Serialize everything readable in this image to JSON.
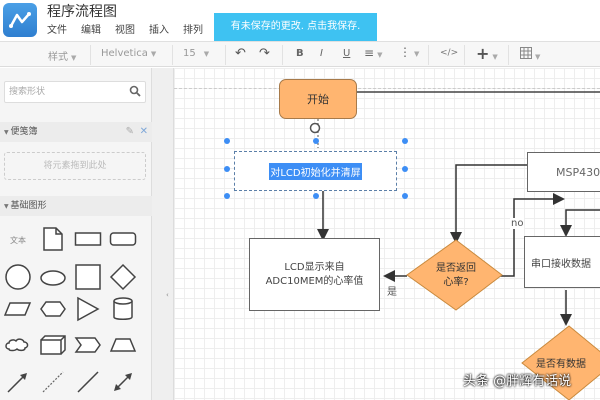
{
  "app": {
    "title": "程序流程图",
    "logo_icon": "chart-line-icon"
  },
  "menu": [
    "文件",
    "编辑",
    "视图",
    "插入",
    "排列"
  ],
  "save_banner": "有未保存的更改. 点击我保存.",
  "toolbar": {
    "style": "样式",
    "font": "Helvetica",
    "font_size": "15",
    "icons": [
      "undo-icon",
      "redo-icon",
      "bold-icon",
      "italic-icon",
      "underline-icon",
      "align-icon",
      "spacing-icon",
      "code-icon",
      "plus-icon",
      "table-icon"
    ],
    "bold": "B",
    "italic": "I",
    "underline": "U",
    "code": "</>",
    "plus": "+"
  },
  "sidebar": {
    "search_placeholder": "搜索形状",
    "scratchpad": {
      "title": "便笺簿",
      "drop_hint": "将元素拖到此处"
    },
    "basic_shapes": {
      "title": "基础图形",
      "text_label": "文本"
    }
  },
  "diagram": {
    "start": "开始",
    "init_lcd": "对LCD初始化并清屏",
    "lcd_display_line1": "LCD显示来自",
    "lcd_display_line2": "ADC10MEM的心率值",
    "decision_return_line1": "是否返回",
    "decision_return_line2": "心率?",
    "msp430": "MSP430",
    "serial_receive": "串口接收数据",
    "decision_data": "是否有数据",
    "label_no": "no",
    "label_yes": "是",
    "colors": {
      "orange": "#ffb570",
      "selection": "#3d8ef5"
    }
  },
  "watermark": "头条 @胖辉有话说"
}
